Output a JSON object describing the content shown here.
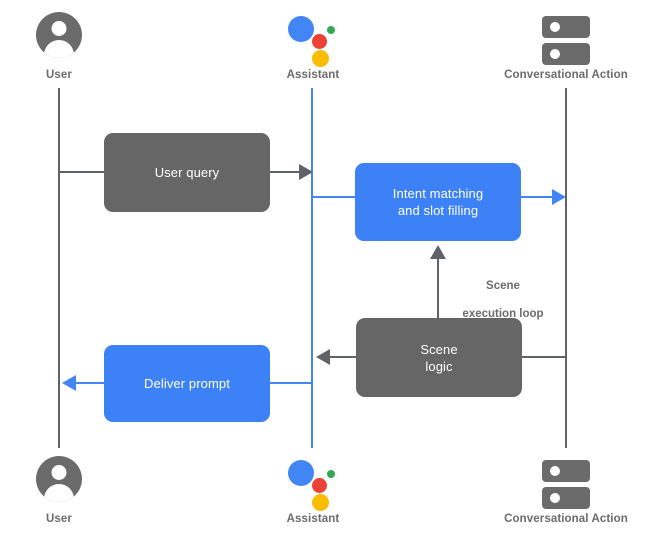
{
  "diagram": {
    "title": "Conversational Action scene execution sequence diagram",
    "colors": {
      "gray": "#666666",
      "blue": "#3c81f6",
      "lifeline_gray": "#5f6368",
      "lifeline_blue": "#4285f4",
      "label_text": "#6b6b6b",
      "box_text": "#ffffff",
      "assistant_blue": "#4285f4",
      "assistant_red": "#ea4335",
      "assistant_green": "#34a853",
      "assistant_yellow": "#fbbc05",
      "background": "#ffffff"
    },
    "actors_top": [
      {
        "id": "user",
        "label": "User",
        "icon": "user-avatar-icon"
      },
      {
        "id": "assistant",
        "label": "Assistant",
        "icon": "google-assistant-icon"
      },
      {
        "id": "conversational-action",
        "label": "Conversational Action",
        "icon": "server-icon"
      }
    ],
    "actors_bottom": [
      {
        "id": "user",
        "label": "User",
        "icon": "user-avatar-icon"
      },
      {
        "id": "assistant",
        "label": "Assistant",
        "icon": "google-assistant-icon"
      },
      {
        "id": "conversational-action",
        "label": "Conversational Action",
        "icon": "server-icon"
      }
    ],
    "steps": [
      {
        "id": "user-query",
        "label": "User query",
        "style": "gray",
        "from": "user",
        "to": "assistant",
        "direction": "right"
      },
      {
        "id": "intent-matching",
        "label": "Intent matching\nand slot filling",
        "line1": "Intent matching",
        "line2": "and slot filling",
        "style": "blue",
        "from": "assistant",
        "to": "conversational-action",
        "direction": "right"
      },
      {
        "id": "scene-logic",
        "label": "Scene\nlogic",
        "line1": "Scene",
        "line2": "logic",
        "style": "gray",
        "from": "conversational-action",
        "to": "assistant",
        "direction": "left"
      },
      {
        "id": "deliver-prompt",
        "label": "Deliver prompt",
        "style": "blue",
        "from": "assistant",
        "to": "user",
        "direction": "left"
      }
    ],
    "annotations": [
      {
        "id": "scene-execution-loop",
        "line1": "Scene",
        "line2": "execution loop"
      }
    ]
  }
}
